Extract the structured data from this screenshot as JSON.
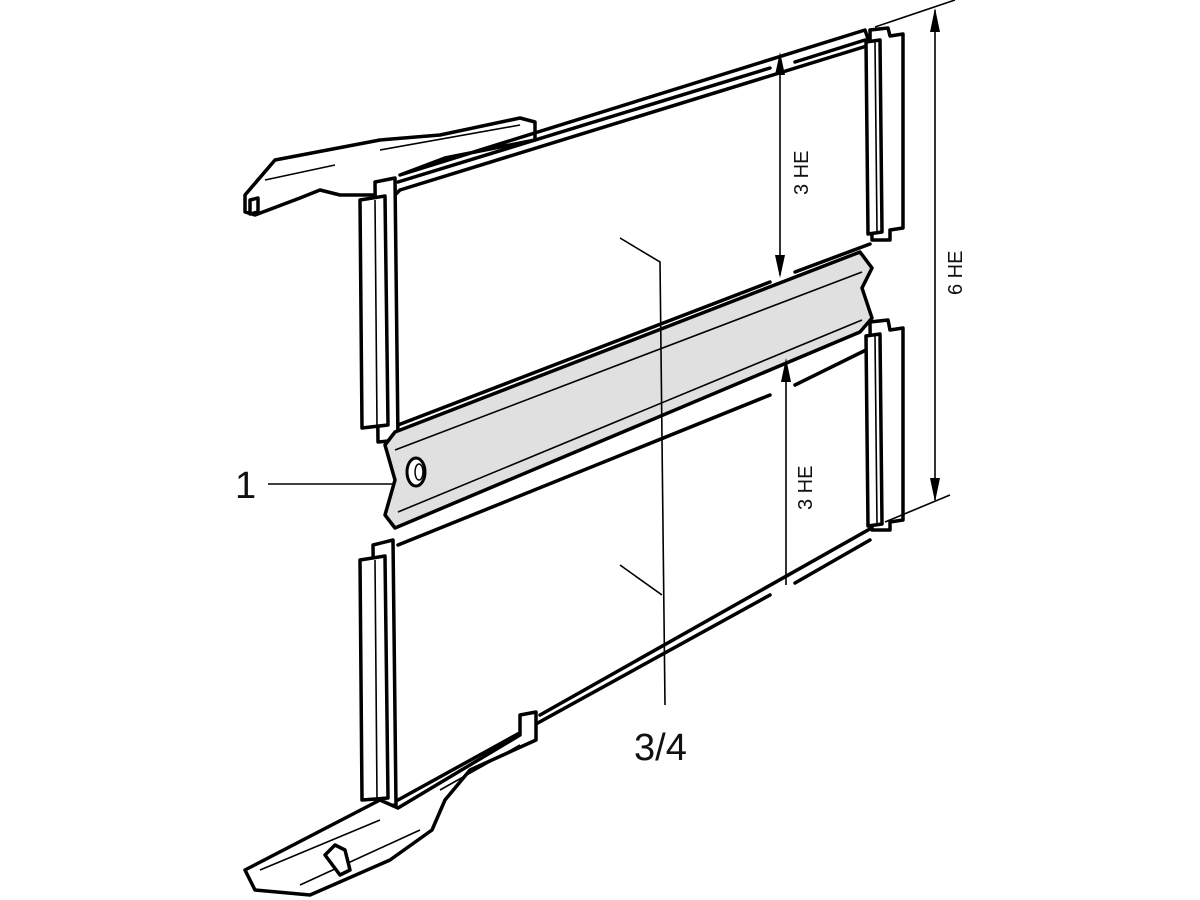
{
  "labels": {
    "part1": "1",
    "part34": "3/4",
    "dim_upper": "3 HE",
    "dim_lower": "3 HE",
    "dim_total": "6 HE"
  },
  "colors": {
    "rail_fill": "#e0e0e0",
    "line": "#000000"
  }
}
